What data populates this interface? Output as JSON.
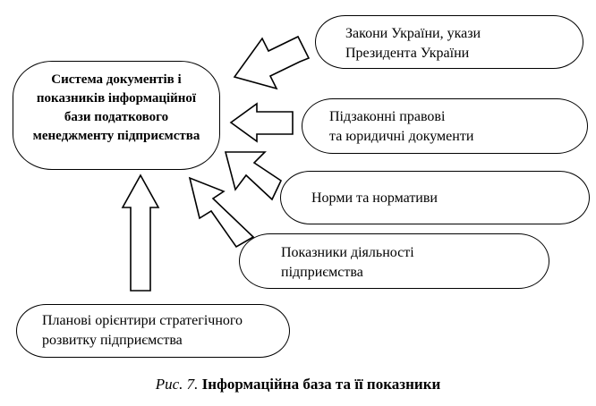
{
  "diagram": {
    "central": {
      "lines": [
        "Система документів і",
        "показників інформаційної",
        "бази податкового",
        "менеджменту підприємства"
      ]
    },
    "sources": [
      {
        "lines": [
          "Закони України, укази",
          "Президента України"
        ]
      },
      {
        "lines": [
          "Підзаконні правові",
          "та юридичні документи"
        ]
      },
      {
        "lines": [
          "Норми та нормативи"
        ]
      },
      {
        "lines": [
          "Показники діяльності",
          "підприємства"
        ]
      },
      {
        "lines": [
          "Планові орієнтири стратегічного",
          "розвитку підприємства"
        ]
      }
    ]
  },
  "caption": {
    "figure": "Рис. 7.",
    "title": "Інформаційна база та її показники"
  }
}
